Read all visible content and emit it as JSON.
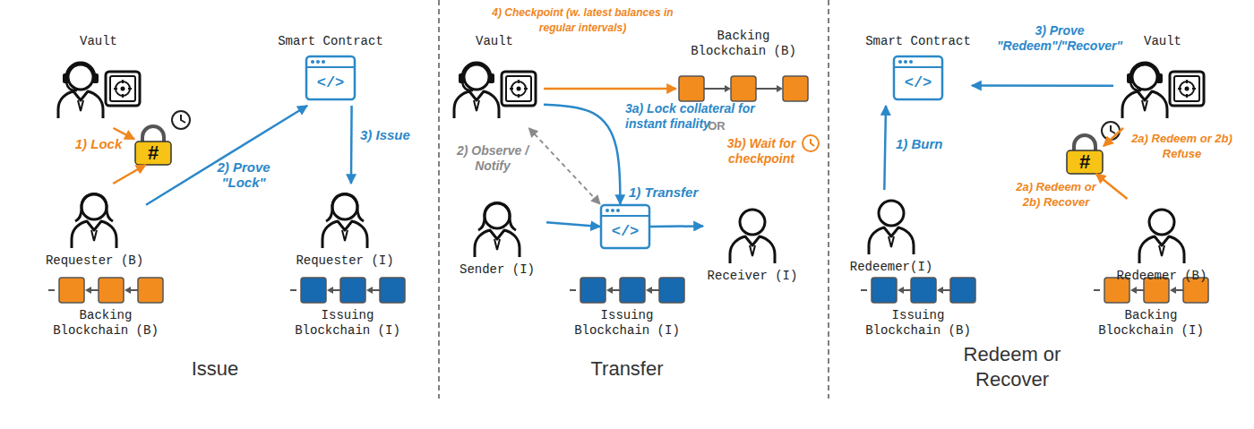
{
  "diagram": {
    "nodes": [
      {
        "text": [
          "Vault"
        ]
      },
      {
        "text": [
          "#"
        ]
      },
      {
        "text": [
          "Smart Contract",
          "</>"
        ]
      },
      {
        "text": [
          "Requester (B)"
        ]
      },
      {
        "text": [
          "Requester (I)"
        ]
      },
      {
        "text": [
          "Backing Blockchain (B)"
        ]
      },
      {
        "text": [
          "Issuing Blockchain (I)"
        ]
      },
      {
        "text": [
          "Vault"
        ]
      },
      {
        "text": [
          "Backing Blockchain (B)"
        ]
      },
      {
        "text": [
          "</>"
        ]
      },
      {
        "text": [
          "Sender (I)"
        ]
      },
      {
        "text": [
          "Receiver (I)"
        ]
      },
      {
        "text": [
          "Issuing Blockchain (I)"
        ]
      },
      {
        "text": [
          "Smart Contract",
          "</>"
        ]
      },
      {
        "text": [
          "Vault"
        ]
      },
      {
        "text": [
          "#"
        ]
      },
      {
        "text": [
          "Redeemer(I)"
        ]
      },
      {
        "text": [
          "Redeemer (B)"
        ]
      },
      {
        "text": [
          "Issuing Blockchain (B)"
        ]
      },
      {
        "text": [
          "Backing Blockchain (I)"
        ]
      }
    ],
    "edges": [
      {
        "from": 0,
        "to": 1,
        "arrow": "to"
      },
      {
        "from": 3,
        "to": 1,
        "label": "1) Lock",
        "arrow": "to"
      },
      {
        "from": 3,
        "to": 2,
        "label": "2) Prove \"Lock\"",
        "arrow": "to"
      },
      {
        "from": 2,
        "to": 4,
        "label": "3) Issue",
        "arrow": "to"
      },
      {
        "from": 7,
        "to": 8,
        "label": "4) Checkpoint (w. latest balances in regular intervals)",
        "arrow": "to"
      },
      {
        "from": 7,
        "to": 9,
        "label": "2) Observe / Notify",
        "arrow": "both"
      },
      {
        "from": 7,
        "to": 9,
        "label": "3a) Lock collateral for instant finality",
        "arrow": "to"
      },
      {
        "from": 10,
        "to": 9,
        "label": "1) Transfer",
        "arrow": "to"
      },
      {
        "from": 9,
        "to": 11,
        "arrow": "to"
      },
      {
        "from": 14,
        "to": 13,
        "label": "3) Prove \"Redeem\"/\"Recover\"",
        "arrow": "to"
      },
      {
        "from": 16,
        "to": 13,
        "label": "1) Burn",
        "arrow": "to"
      },
      {
        "from": 14,
        "to": 15,
        "label": "2a) Redeem or 2b) Refuse",
        "arrow": "to"
      },
      {
        "from": 17,
        "to": 15,
        "label": "2a) Redeem or 2b) Recover",
        "arrow": "to"
      }
    ],
    "labels": [
      "OR",
      "3b) Wait for checkpoint",
      "Issue",
      "Transfer",
      "Redeem or Recover"
    ]
  }
}
